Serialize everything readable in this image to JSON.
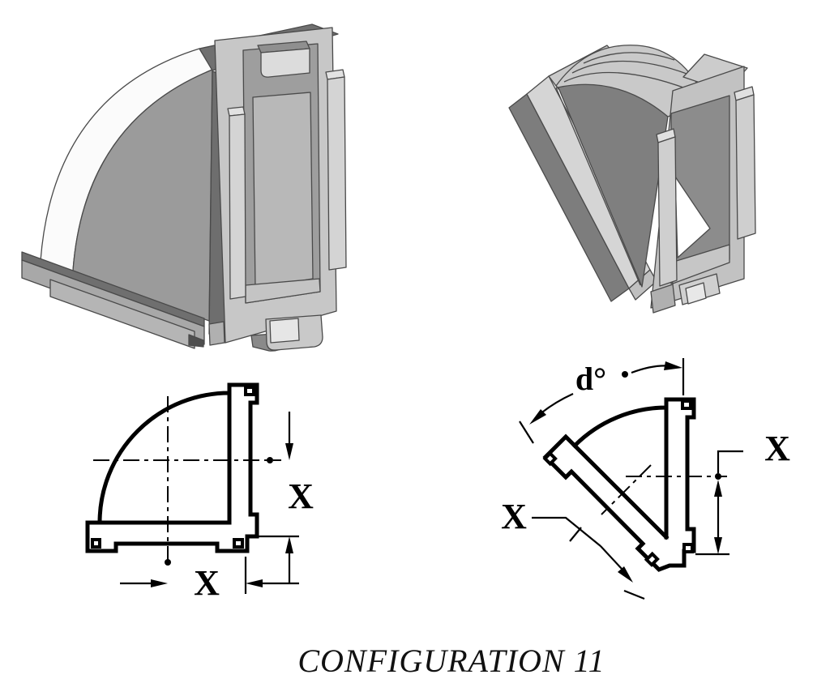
{
  "page": {
    "background": "#ffffff",
    "caption": "CONFIGURATION 11"
  },
  "labels": {
    "left_section": {
      "dim_right": "X",
      "dim_bottom": "X"
    },
    "right_section": {
      "angle": "d°",
      "dim_left": "X",
      "dim_right": "X"
    }
  },
  "colors": {
    "line": "#000000",
    "model_light": "#d4d4d4",
    "model_mid": "#9b9b9b",
    "model_dark": "#6f6f6f",
    "background": "#ffffff"
  }
}
